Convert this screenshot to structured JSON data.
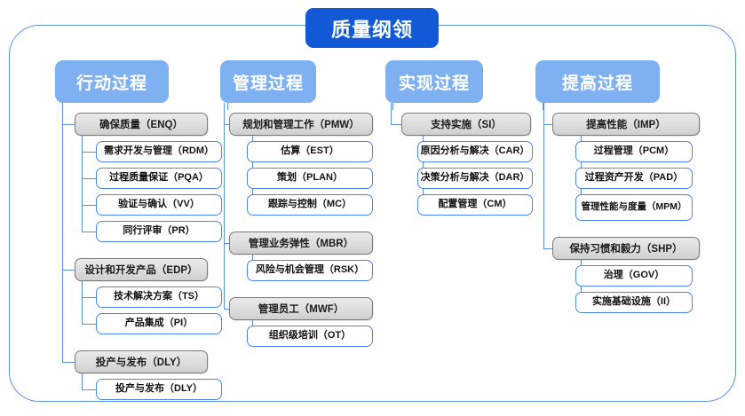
{
  "diagram": {
    "root": {
      "label": "质量纲领"
    },
    "columns": [
      {
        "header": "行动过程",
        "groups": [
          {
            "label": "确保质量（ENQ）",
            "children": [
              "需求开发与管理（RDM）",
              "过程质量保证（PQA）",
              "验证与确认（VV）",
              "同行评审（PR）"
            ]
          },
          {
            "label": "设计和开发产品（EDP）",
            "children": [
              "技术解决方案（TS）",
              "产品集成（PI）"
            ]
          },
          {
            "label": "投产与发布（DLY）",
            "children": [
              "投产与发布（DLY）"
            ]
          }
        ]
      },
      {
        "header": "管理过程",
        "groups": [
          {
            "label": "规划和管理工作（PMW）",
            "children": [
              "估算（EST）",
              "策划（PLAN）",
              "跟踪与控制（MC）"
            ]
          },
          {
            "label": "管理业务弹性（MBR）",
            "children": [
              "风险与机会管理（RSK）"
            ]
          },
          {
            "label": "管理员工（MWF）",
            "children": [
              "组织级培训（OT）"
            ]
          }
        ]
      },
      {
        "header": "实现过程",
        "groups": [
          {
            "label": "支持实施（SI）",
            "children": [
              "原因分析与解决（CAR）",
              "决策分析与解决（DAR）",
              "配置管理（CM）"
            ]
          }
        ]
      },
      {
        "header": "提高过程",
        "groups": [
          {
            "label": "提高性能（IMP）",
            "children": [
              "过程管理（PCM）",
              "过程资产开发（PAD）",
              "管理性能与度量\n（MPM）"
            ]
          },
          {
            "label": "保持习惯和毅力（SHP）",
            "children": [
              "治理（GOV）",
              "实施基础设施（II）"
            ]
          }
        ]
      }
    ]
  },
  "colors": {
    "root_box": "#1159D6",
    "column_header": "#7FB0F2",
    "frame_border": "#5B8FE0",
    "group_border": "#7B7B7B",
    "group_fill": "#DDDDDD",
    "leaf_border": "#4A86E8",
    "leaf_fill": "#FFFFFF",
    "connector": "#5B8FE0"
  }
}
